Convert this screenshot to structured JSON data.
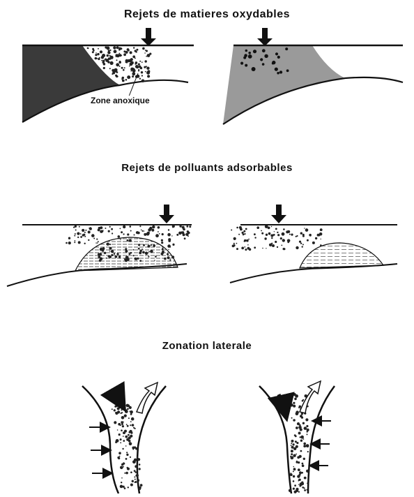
{
  "sections": [
    {
      "title": "Rejets de  matieres oxydables"
    },
    {
      "title": "Rejets de   polluants   adsorbables"
    },
    {
      "title": "Zonation   laterale"
    }
  ],
  "labels": {
    "anoxic_zone": "Zone  anoxique"
  },
  "colors": {
    "ink": "#111111",
    "dark_fill": "#3a3a3a",
    "grey_fill": "#9a9a9a"
  }
}
